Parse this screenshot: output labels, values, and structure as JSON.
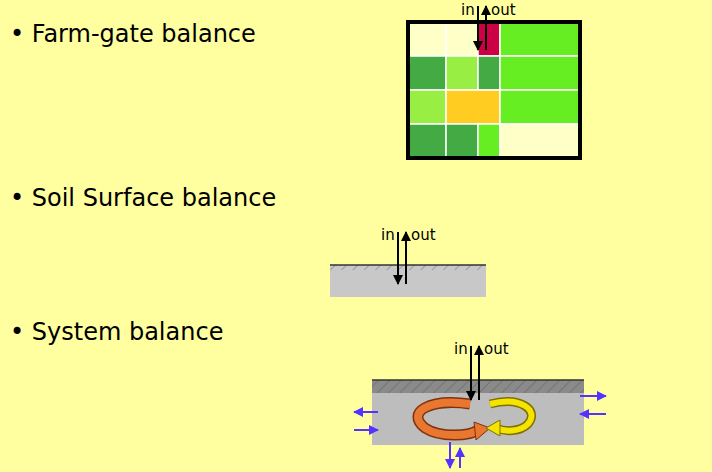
{
  "diagram": {
    "labels": [
      "• Farm-gate balance",
      "in",
      "out",
      "• Soil Surface balance",
      "in",
      "out",
      "• System balance",
      "in",
      "out"
    ]
  }
}
